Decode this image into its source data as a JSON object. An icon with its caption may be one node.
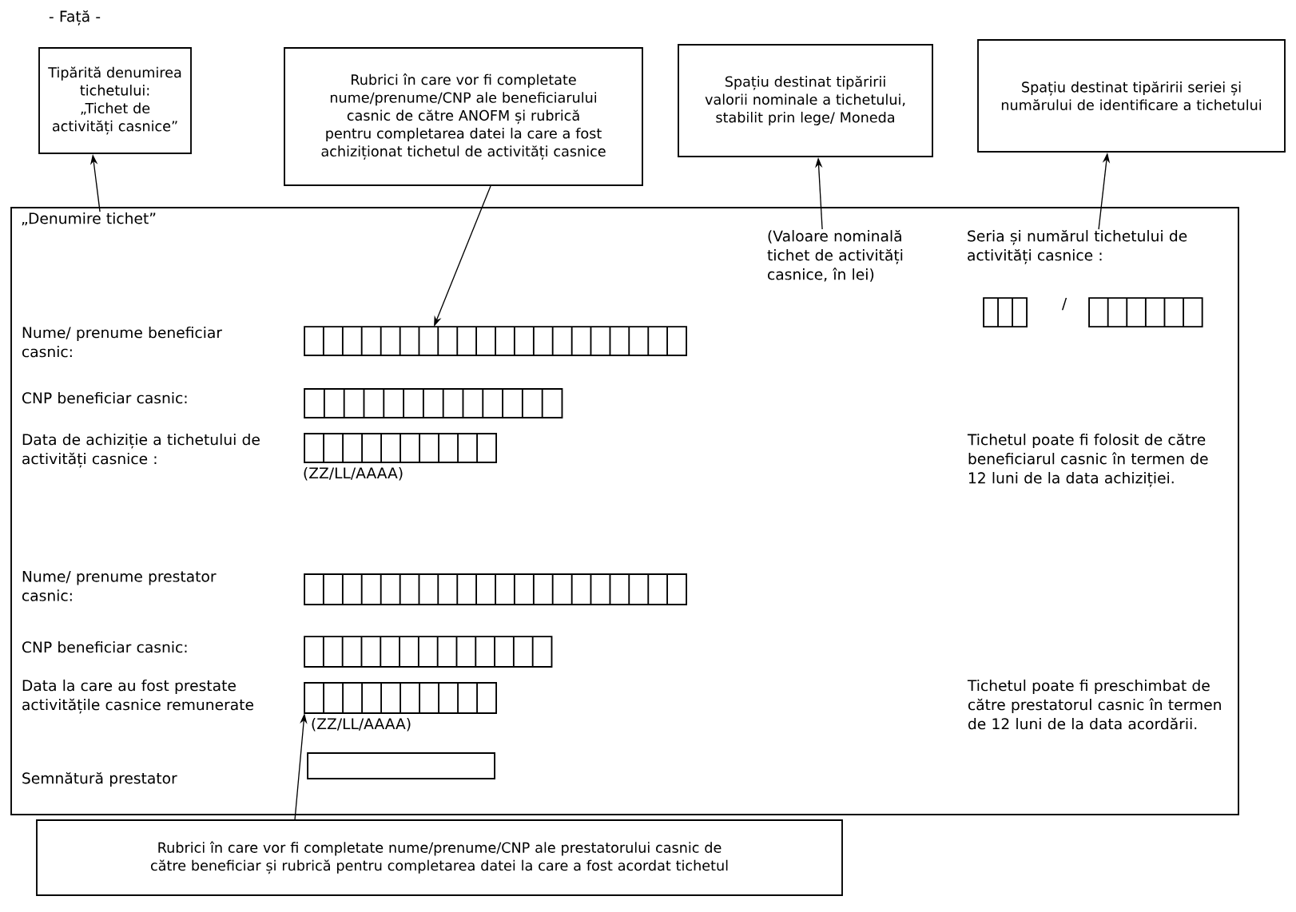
{
  "diagram": {
    "nodes": [
      {
        "text": [
          "Tipărită denumirea tichetului: „Tichet de activități casnice”"
        ]
      },
      {
        "text": [
          "Rubrici în care vor fi completate nume/prenume/CNP ale beneficiarului casnic de către ANOFM și rubrică pentru completarea datei la care a fost achiziționat tichetul de activități casnice"
        ]
      },
      {
        "text": [
          "Spațiu destinat tipăririi valorii nominale a tichetului, stabilit prin lege/ Moneda"
        ]
      },
      {
        "text": [
          "Spațiu destinat tipăririi seriei și numărului de identificare a tichetului"
        ]
      },
      {
        "text": [],
        "shape": "box"
      },
      {
        "text": [
          "„Denumire tichet”"
        ],
        "in": 4
      },
      {
        "text": [
          "(Valoare nominală tichet de activități casnice, în lei)"
        ],
        "in": 4
      },
      {
        "text": [
          "Seria și numărul tichetului de activități casnice :"
        ],
        "in": 4
      },
      {
        "text": [],
        "shape": "box",
        "in": 4
      },
      {
        "text": [],
        "shape": "box",
        "in": 4
      },
      {
        "text": [],
        "shape": "box",
        "in": 4
      },
      {
        "text": [],
        "shape": "box",
        "in": 4
      },
      {
        "text": [],
        "shape": "box",
        "in": 4
      },
      {
        "text": [],
        "shape": "box",
        "in": 4
      },
      {
        "text": [],
        "shape": "box",
        "in": 4
      },
      {
        "text": [],
        "shape": "box",
        "in": 4
      },
      {
        "text": [],
        "shape": "box",
        "in": 4
      },
      {
        "text": [
          "Rubrici în care vor fi completate nume/prenume/CNP ale prestatorului casnic de către beneficiar și rubrică pentru completarea datei la care a fost acordat tichetul"
        ]
      }
    ],
    "edges": [
      {
        "from": 5,
        "to": 0,
        "arrow": "to"
      },
      {
        "from": 1,
        "to": 10,
        "arrow": "to"
      },
      {
        "from": 6,
        "to": 2,
        "arrow": "to"
      },
      {
        "from": 7,
        "to": 3,
        "arrow": "to"
      },
      {
        "from": 17,
        "to": 15,
        "arrow": "to"
      }
    ],
    "labels": [
      "- Față -",
      "Nume/ prenume beneficiar casnic:",
      "CNP beneficiar casnic:",
      "Data de achiziție a tichetului de activități casnice :",
      "(ZZ/LL/AAAA)",
      "/",
      "Tichetul poate fi folosit de către beneficiarul casnic în termen de 12 luni de la data achiziției.",
      "Nume/ prenume prestator casnic:",
      "CNP beneficiar casnic:",
      "Data la care au fost prestate activitățile casnice remunerate",
      "(ZZ/LL/AAAA)",
      "Tichetul poate fi preschimbat de către prestatorul casnic în termen de 12 luni de la data acordării.",
      "Semnătură prestator"
    ]
  }
}
